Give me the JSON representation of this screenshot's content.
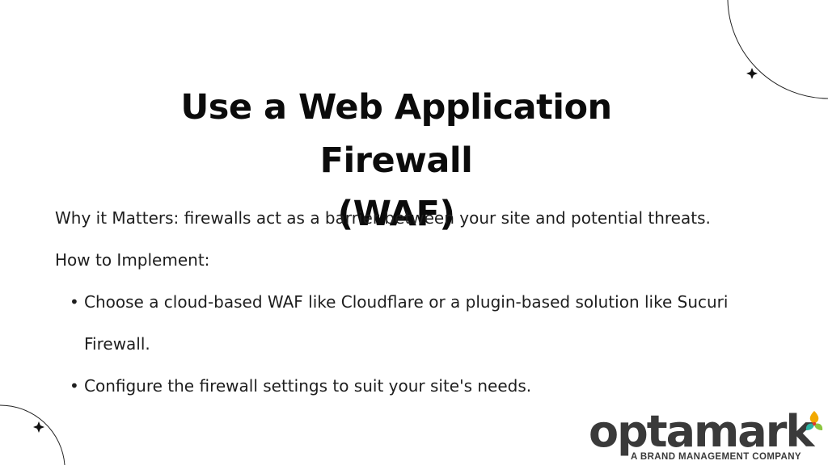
{
  "slide": {
    "title_line1": "Use a Web Application Firewall",
    "title_line2": "(WAF)",
    "why": "Why it Matters: firewalls act as a barrier between your site and potential threats.",
    "how": "How to Implement:",
    "bullets": [
      {
        "line1": "Choose a cloud-based WAF like Cloudflare or a plugin-based solution like Sucuri",
        "line2": "Firewall."
      },
      {
        "line1": "Configure the firewall settings to suit your site's needs.",
        "line2": ""
      }
    ],
    "bullet_glyph": "•"
  },
  "logo": {
    "wordmark": "optamark",
    "tagline": "A BRAND MANAGEMENT COMPANY",
    "leaf_colors": [
      "#f2a900",
      "#2bb3a3",
      "#e03a2f",
      "#8cc63f"
    ]
  },
  "decorations": {
    "icons": [
      "sparkle-icon",
      "sparkle-icon"
    ],
    "line_color": "#222222"
  }
}
